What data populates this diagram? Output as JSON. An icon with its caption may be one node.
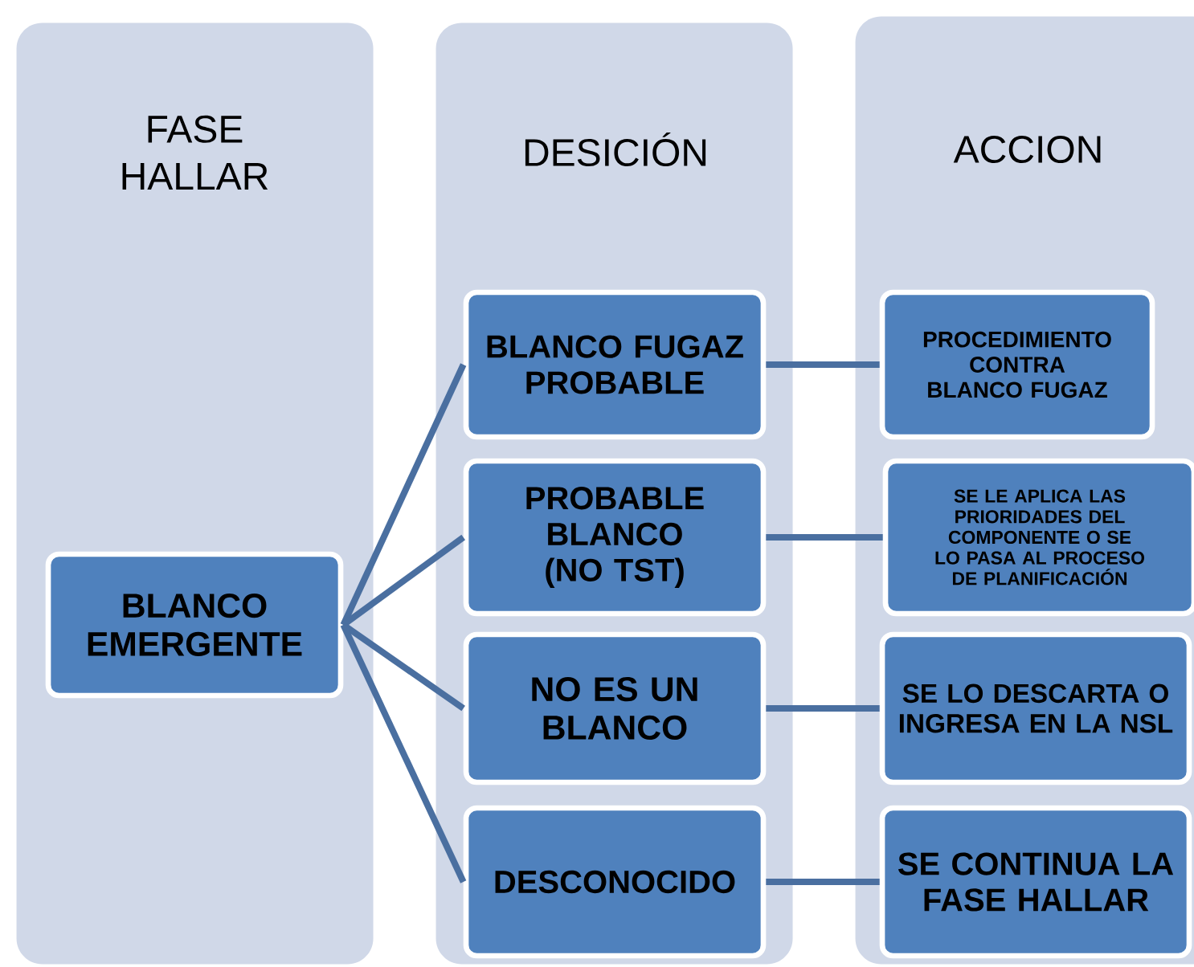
{
  "diagram": {
    "nodes": [
      {
        "text": [
          "FASE HALLAR"
        ]
      },
      {
        "text": [
          "DESICIÓN"
        ]
      },
      {
        "text": [
          "ACCION"
        ]
      },
      {
        "text": [
          "BLANCO EMERGENTE"
        ],
        "in": 0
      },
      {
        "text": [
          "BLANCO FUGAZ PROBABLE"
        ],
        "in": 1
      },
      {
        "text": [
          "PROBABLE BLANCO (NO TST)"
        ],
        "in": 1
      },
      {
        "text": [
          "NO ES UN BLANCO"
        ],
        "in": 1
      },
      {
        "text": [
          "DESCONOCIDO"
        ],
        "in": 1
      },
      {
        "text": [
          "PROCEDIMIENTO CONTRA BLANCO FUGAZ"
        ],
        "in": 2
      },
      {
        "text": [
          "SE LE APLICA LAS PRIORIDADES DEL COMPONENTE O SE LO PASA AL PROCESO DE PLANIFICACIÓN"
        ],
        "in": 2
      },
      {
        "text": [
          "SE LO DESCARTA O INGRESA EN LA NSL"
        ],
        "in": 2
      },
      {
        "text": [
          "SE CONTINUA LA FASE HALLAR"
        ],
        "in": 2
      }
    ],
    "edges": [
      {
        "from": 3,
        "to": 4,
        "arrow": "none"
      },
      {
        "from": 3,
        "to": 5,
        "arrow": "none"
      },
      {
        "from": 3,
        "to": 6,
        "arrow": "none"
      },
      {
        "from": 3,
        "to": 7,
        "arrow": "none"
      },
      {
        "from": 4,
        "to": 8,
        "arrow": "none"
      },
      {
        "from": 5,
        "to": 9,
        "arrow": "none"
      },
      {
        "from": 6,
        "to": 10,
        "arrow": "none"
      },
      {
        "from": 7,
        "to": 11,
        "arrow": "none"
      }
    ]
  }
}
